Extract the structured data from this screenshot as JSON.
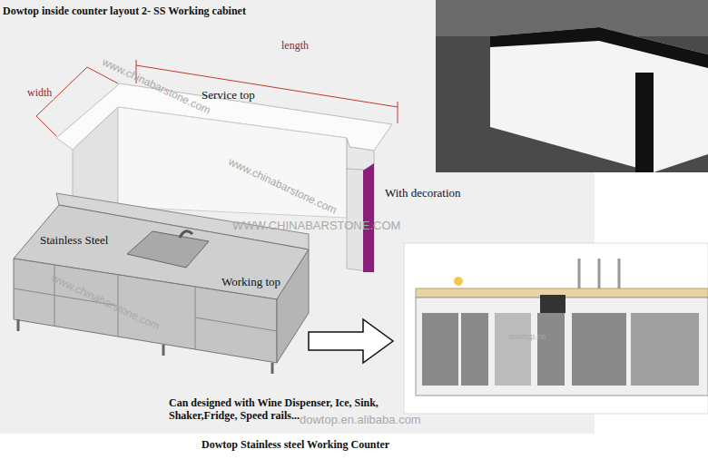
{
  "diagram": {
    "title": "Dowtop inside counter layout 2- SS Working cabinet",
    "caption": "Dowtop Stainless steel Working Counter",
    "labels": [
      "length",
      "width",
      "Service top",
      "With decoration",
      "Stainless Steel",
      "Working top",
      "Can designed with Wine Dispenser, Ice, Sink, Shaker,Fridge, Speed rails...",
      "www.chinabarstone.com",
      "WWW.CHINABARSTONE.COM",
      "www.chinabarstone.com",
      "www.chinabarstone.com",
      "dowtop.en.alibaba.com",
      "dowtop.cn"
    ]
  }
}
